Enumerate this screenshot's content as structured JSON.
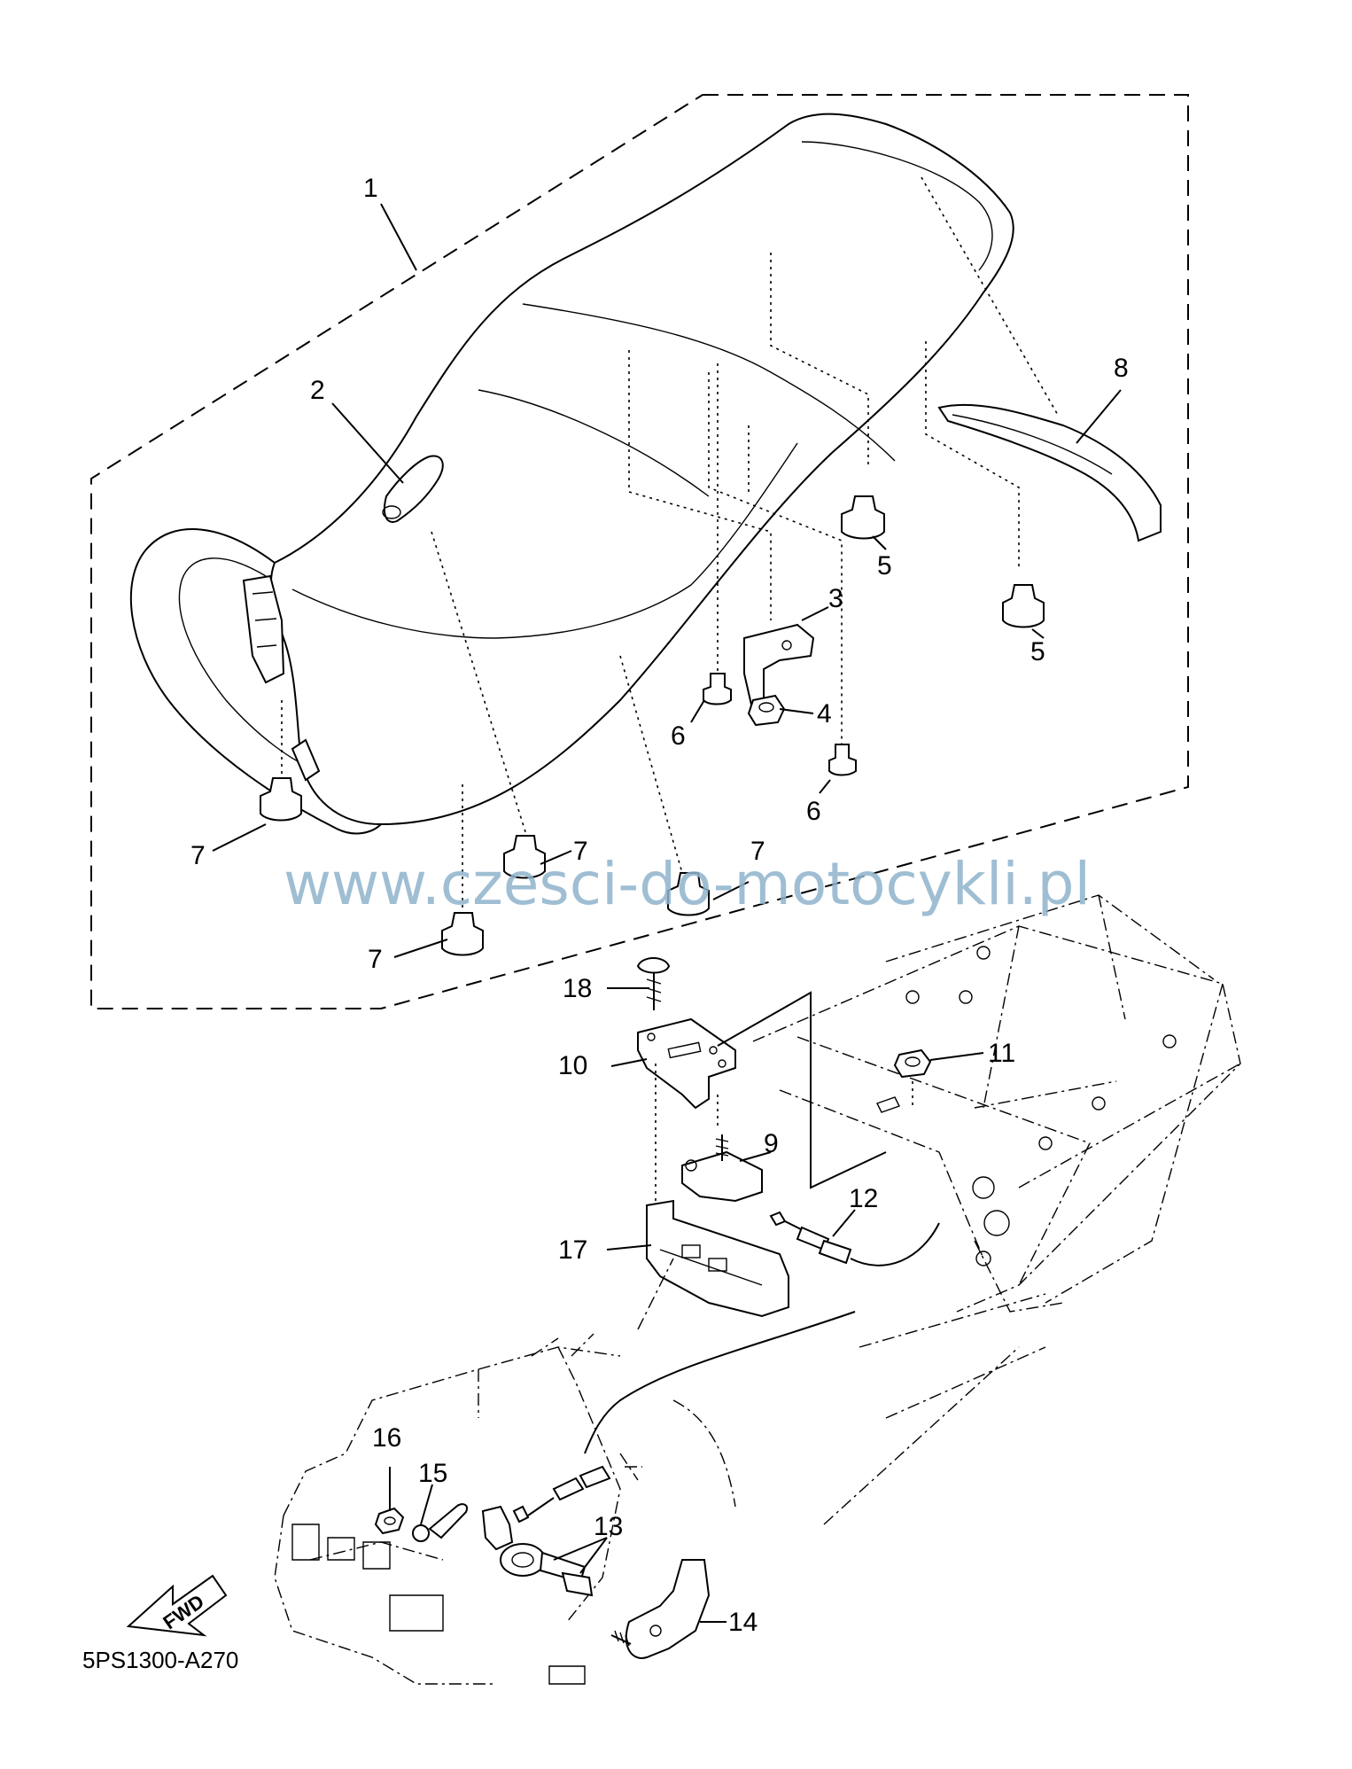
{
  "diagram": {
    "code": "5PS1300-A270",
    "watermark": "www.czesci-do-motocykli.pl",
    "fwd": "FWD",
    "callouts": {
      "c1": "1",
      "c2": "2",
      "c3": "3",
      "c4": "4",
      "c5a": "5",
      "c5b": "5",
      "c6a": "6",
      "c6b": "6",
      "c7a": "7",
      "c7b": "7",
      "c7c": "7",
      "c7d": "7",
      "c8": "8",
      "c9": "9",
      "c10": "10",
      "c11": "11",
      "c12": "12",
      "c13": "13",
      "c14": "14",
      "c15": "15",
      "c16": "16",
      "c17": "17",
      "c18": "18"
    }
  }
}
